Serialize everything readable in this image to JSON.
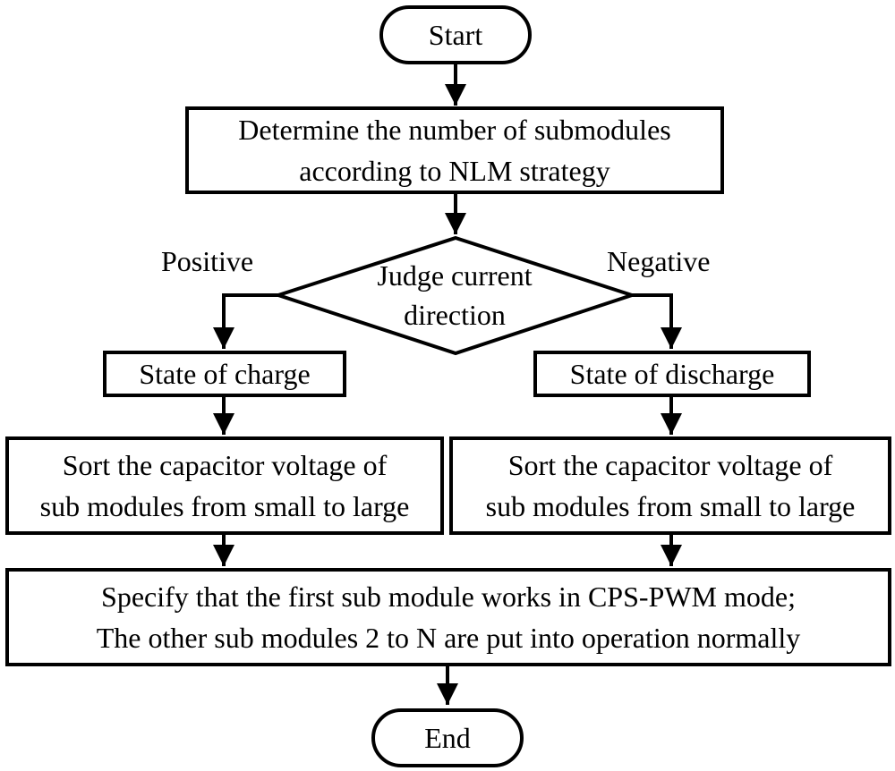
{
  "flowchart": {
    "start": "Start",
    "determine": {
      "line1": "Determine the number of submodules",
      "line2": "according to NLM strategy"
    },
    "decision": {
      "line1": "Judge current",
      "line2": "direction"
    },
    "branch_positive": "Positive",
    "branch_negative": "Negative",
    "charge": "State of charge",
    "discharge": "State of discharge",
    "sort_left": {
      "line1": "Sort the capacitor voltage of",
      "line2": "sub modules from small to large"
    },
    "sort_right": {
      "line1": "Sort the capacitor voltage of",
      "line2": "sub modules from small to large"
    },
    "specify": {
      "line1": "Specify that the first sub module works in CPS-PWM mode;",
      "line2": "The other sub modules 2 to N are put into operation normally"
    },
    "end": "End"
  },
  "colors": {
    "stroke": "#000000",
    "fill": "#ffffff"
  }
}
